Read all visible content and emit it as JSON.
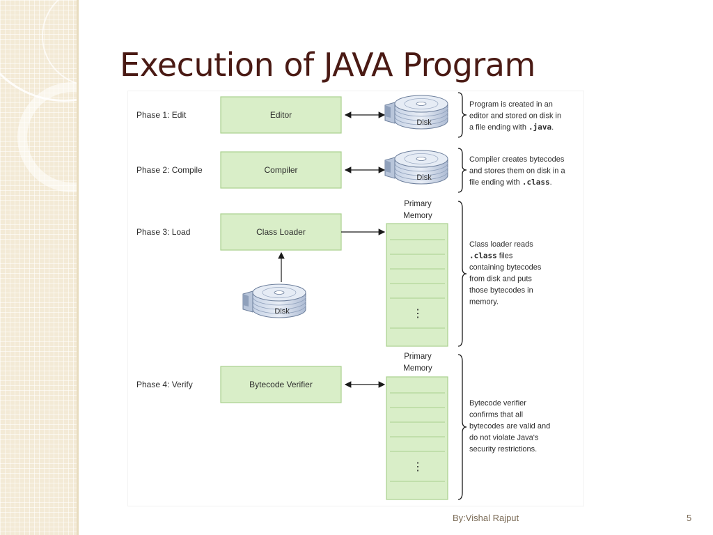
{
  "slide": {
    "title": "Execution of JAVA Program",
    "author": "By:Vishal Rajput",
    "page_number": "5"
  },
  "colors": {
    "title": "#4a1a14",
    "box_fill": "#d9eec8",
    "box_border": "#a9d08e",
    "side_band": "#f3ead6",
    "disk": "#b9c7dd"
  },
  "phases": [
    {
      "label": "Phase 1: Edit",
      "box": "Editor",
      "target": "Disk",
      "desc_lines": [
        [
          {
            "t": "Program is created in an"
          }
        ],
        [
          {
            "t": "editor and stored on disk in"
          }
        ],
        [
          {
            "t": "a file ending with "
          },
          {
            "t": ".java",
            "code": true
          },
          {
            "t": "."
          }
        ]
      ]
    },
    {
      "label": "Phase 2: Compile",
      "box": "Compiler",
      "target": "Disk",
      "desc_lines": [
        [
          {
            "t": "Compiler creates bytecodes"
          }
        ],
        [
          {
            "t": "and stores them on disk in a"
          }
        ],
        [
          {
            "t": "file ending with "
          },
          {
            "t": ".class",
            "code": true
          },
          {
            "t": "."
          }
        ]
      ]
    },
    {
      "label": "Phase 3: Load",
      "box": "Class Loader",
      "source": "Disk",
      "memory_label": [
        "Primary",
        "Memory"
      ],
      "desc_lines": [
        [
          {
            "t": "Class loader reads"
          }
        ],
        [
          {
            "t": ".class",
            "code": true
          },
          {
            "t": " files"
          }
        ],
        [
          {
            "t": "containing bytecodes"
          }
        ],
        [
          {
            "t": "from disk and puts"
          }
        ],
        [
          {
            "t": "those bytecodes in"
          }
        ],
        [
          {
            "t": "memory."
          }
        ]
      ]
    },
    {
      "label": "Phase 4: Verify",
      "box": "Bytecode Verifier",
      "memory_label": [
        "Primary",
        "Memory"
      ],
      "desc_lines": [
        [
          {
            "t": "Bytecode verifier"
          }
        ],
        [
          {
            "t": "confirms that all"
          }
        ],
        [
          {
            "t": "bytecodes are valid and"
          }
        ],
        [
          {
            "t": "do not violate Java's"
          }
        ],
        [
          {
            "t": "security restrictions."
          }
        ]
      ]
    }
  ],
  "memory_ellipsis": "⋮"
}
